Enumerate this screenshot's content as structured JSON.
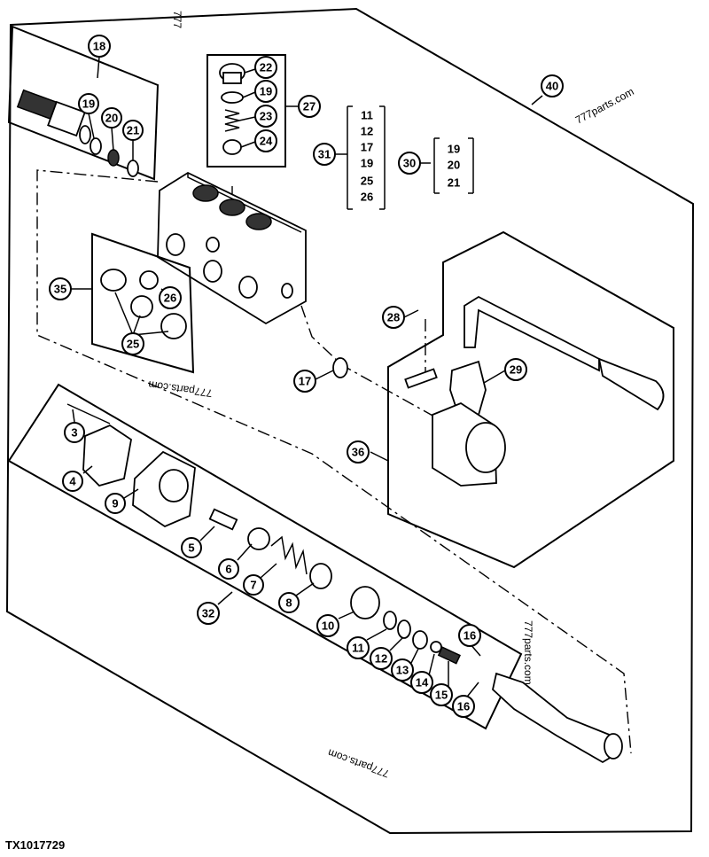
{
  "figure_id": "TX1017729",
  "watermarks": [
    "777",
    "777parts.com",
    "777parts.com",
    "777parts.com",
    "777parts.com"
  ],
  "callouts": {
    "c3": "3",
    "c4": "4",
    "c5": "5",
    "c6": "6",
    "c7": "7",
    "c8": "8",
    "c9": "9",
    "c10": "10",
    "c11": "11",
    "c12": "12",
    "c13": "13",
    "c14": "14",
    "c15": "15",
    "c16a": "16",
    "c16b": "16",
    "c17": "17",
    "c18": "18",
    "c19a": "19",
    "c19b": "19",
    "c20": "20",
    "c21": "21",
    "c22": "22",
    "c23": "23",
    "c24": "24",
    "c25": "25",
    "c26": "26",
    "c27": "27",
    "c28": "28",
    "c29": "29",
    "c30": "30",
    "c31": "31",
    "c32": "32",
    "c35": "35",
    "c36": "36",
    "c40": "40"
  },
  "kit_31_items": [
    "11",
    "12",
    "17",
    "19",
    "25",
    "26"
  ],
  "kit_30_items": [
    "19",
    "20",
    "21"
  ]
}
